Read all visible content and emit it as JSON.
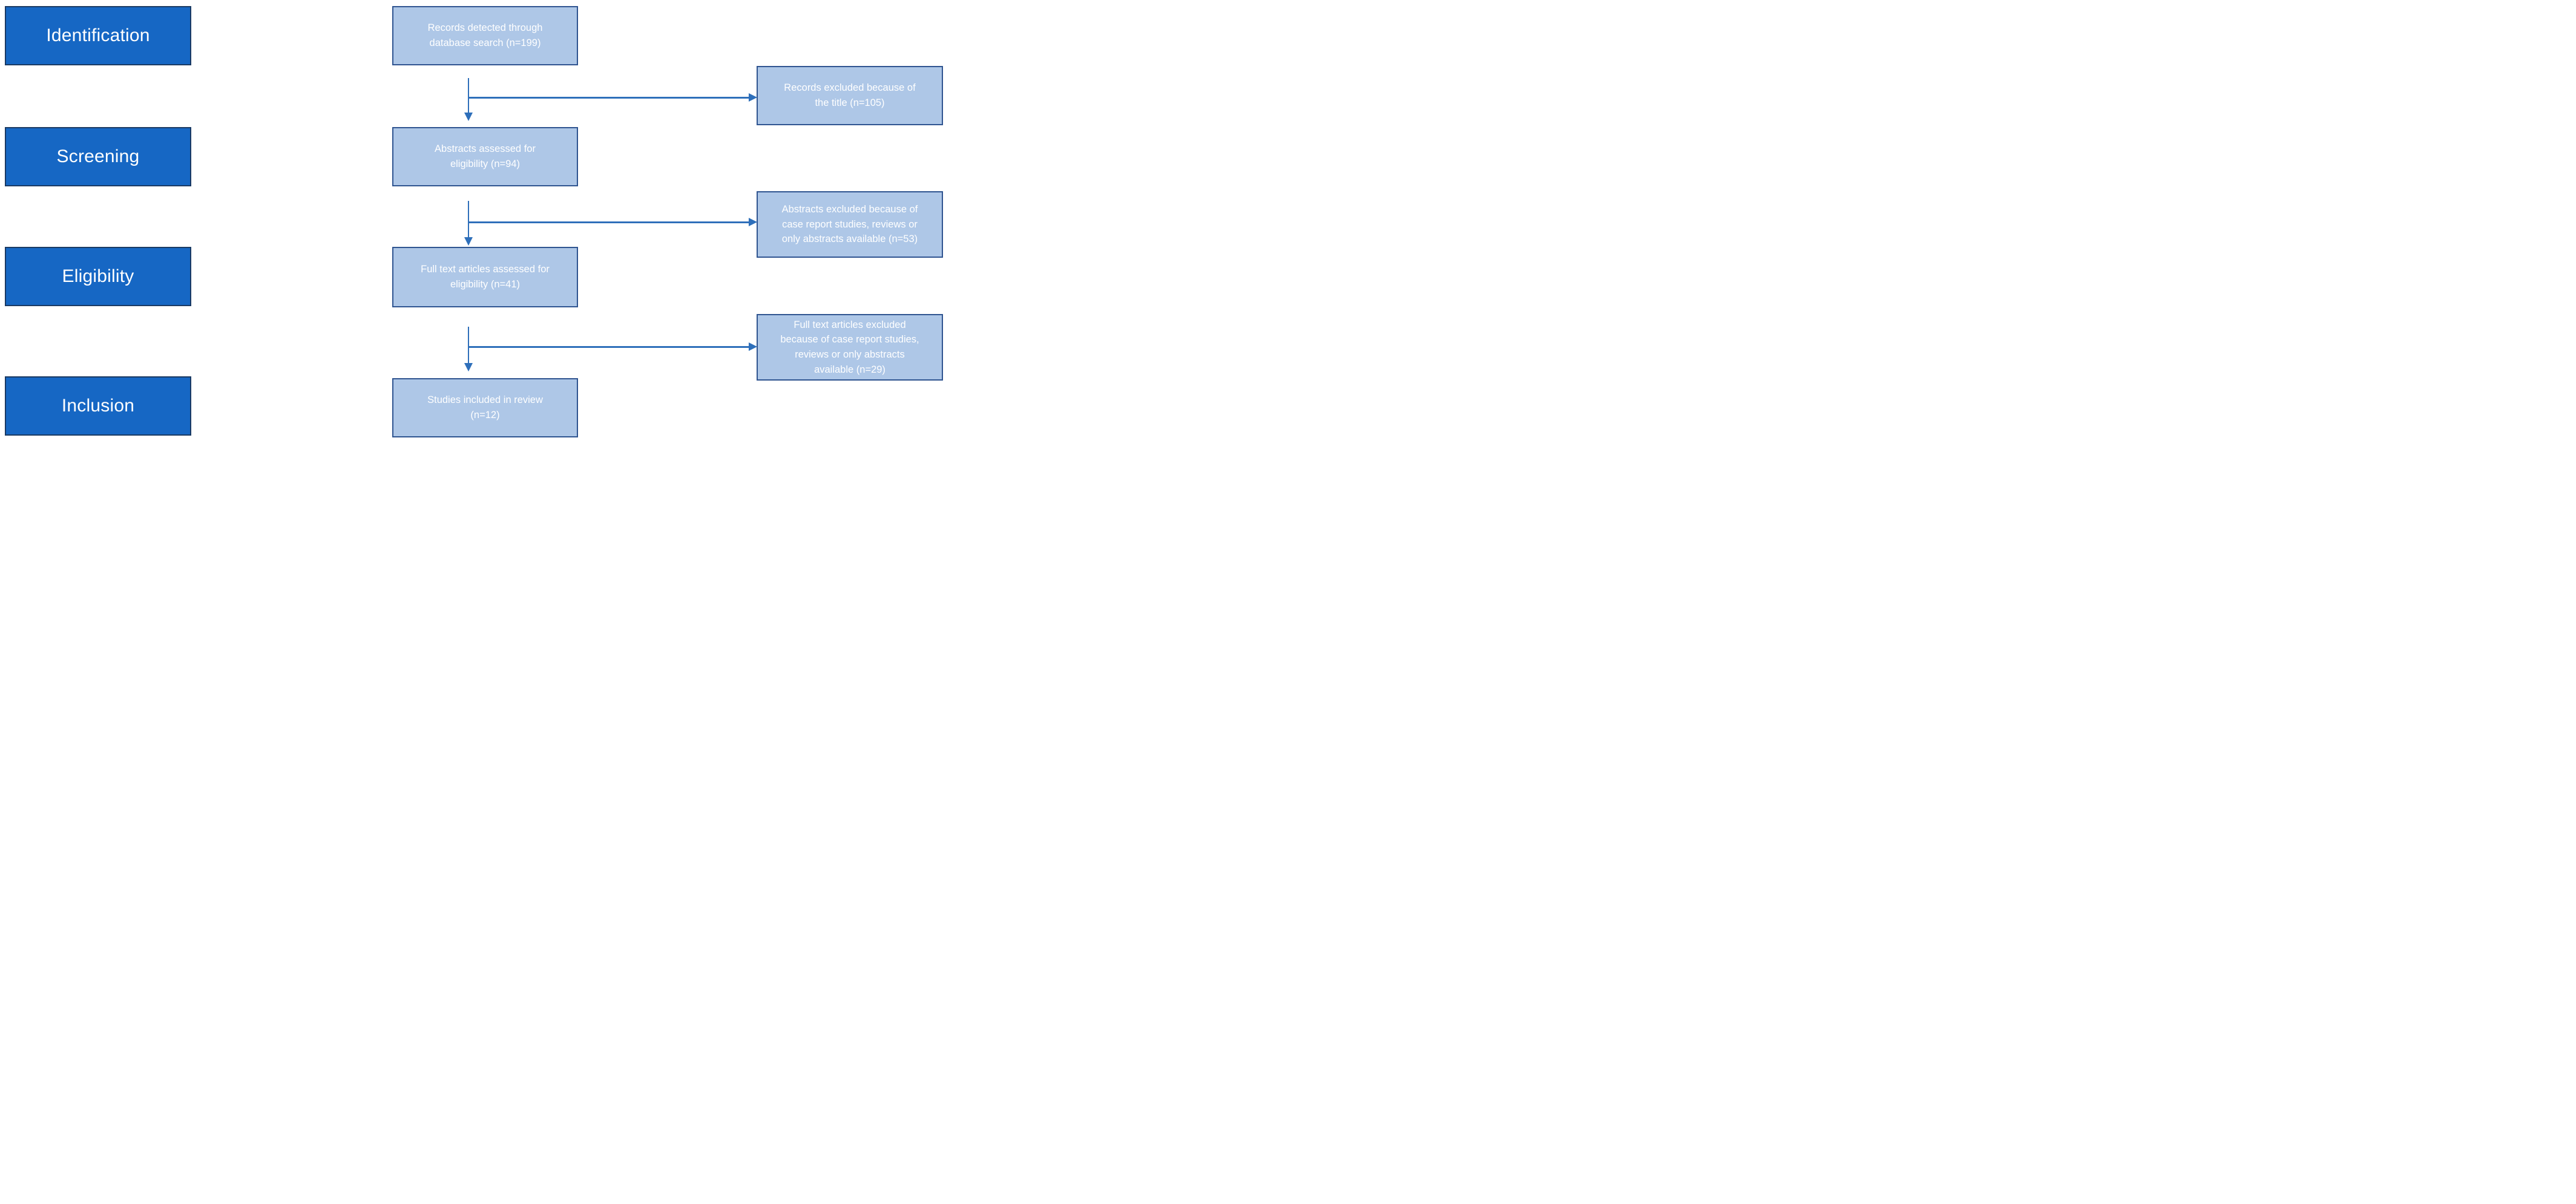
{
  "stage_labels": [
    "Identification",
    "Screening",
    "Eligibility",
    "Inclusion"
  ],
  "flow_boxes": [
    "Records detected through database search (n=199)",
    "Abstracts assessed for eligibility (n=94)",
    "Full text articles assessed for eligibility (n=41)",
    "Studies included in review (n=12)"
  ],
  "exclusion_boxes": [
    "Records excluded because of the title (n=105)",
    "Abstracts excluded because of case report studies, reviews or only abstracts available (n=53)",
    "Full text articles excluded because of  case report studies, reviews or only abstracts available (n=29)"
  ],
  "counts": {
    "records_identified": 199,
    "abstracts_assessed": 94,
    "full_text_assessed": 41,
    "studies_included": 12,
    "excluded_by_title": 105,
    "excluded_abstracts": 53,
    "excluded_full_text": 29
  },
  "colors": {
    "stage_fill": "#1667C4",
    "stage_border": "#1A3A63",
    "flow_fill": "#AEC7E7",
    "flow_border": "#2F5490",
    "arrow": "#2E6FBA",
    "text": "#FFFFFF",
    "background": "#FFFFFF"
  }
}
